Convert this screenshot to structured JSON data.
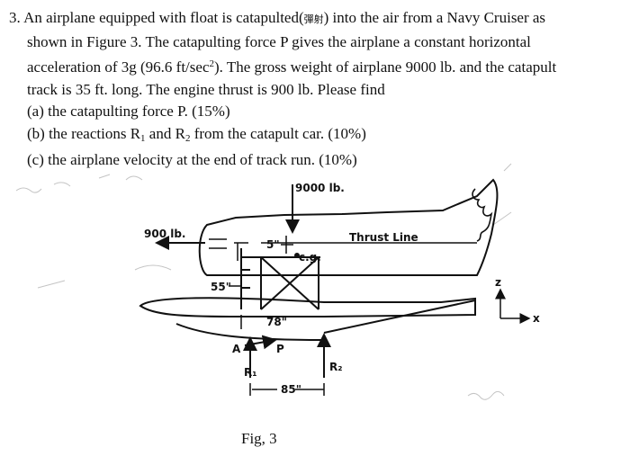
{
  "problem": {
    "number": "3.",
    "line1_pre": "An airplane equipped with float is catapulted(",
    "line1_cjk": "彈射",
    "line1_post": ") into the air from a Navy Cruiser as",
    "line2": "shown in Figure 3. The catapulting force P gives the airplane a constant horizontal",
    "line3_pre": "acceleration of 3g (96.6 ft/sec",
    "line3_exp": "2",
    "line3_post": ").   The gross weight of airplane 9000 lb. and the catapult",
    "line4": "track is 35 ft. long. The engine thrust is 900 lb. Please find",
    "part_a": "(a) the catapulting force P.  (15%)",
    "part_b_pre": "(b) the reactions R",
    "part_b_sub1": "1",
    "part_b_mid": " and R",
    "part_b_sub2": "2",
    "part_b_post": " from the catapult car.   (10%)",
    "part_c": "(c) the airplane velocity at the end of track run.   (10%)"
  },
  "figure": {
    "weight_label": "9000 lb.",
    "thrust_value_label": "900 lb.",
    "thrust_line_label": "Thrust Line",
    "dim_5": "5\"",
    "cg_label": "c.g.",
    "dim_55": "55\"",
    "dim_78": "78\"",
    "label_A": "A",
    "label_P": "P",
    "label_R1": "R₁",
    "label_R2": "R₂",
    "dim_85": "85\"",
    "axis_z": "z",
    "axis_x": "x",
    "caption": "Fig, 3"
  },
  "colors": {
    "ink": "#111111",
    "pencil": "#b9b9b9",
    "background": "#ffffff"
  }
}
